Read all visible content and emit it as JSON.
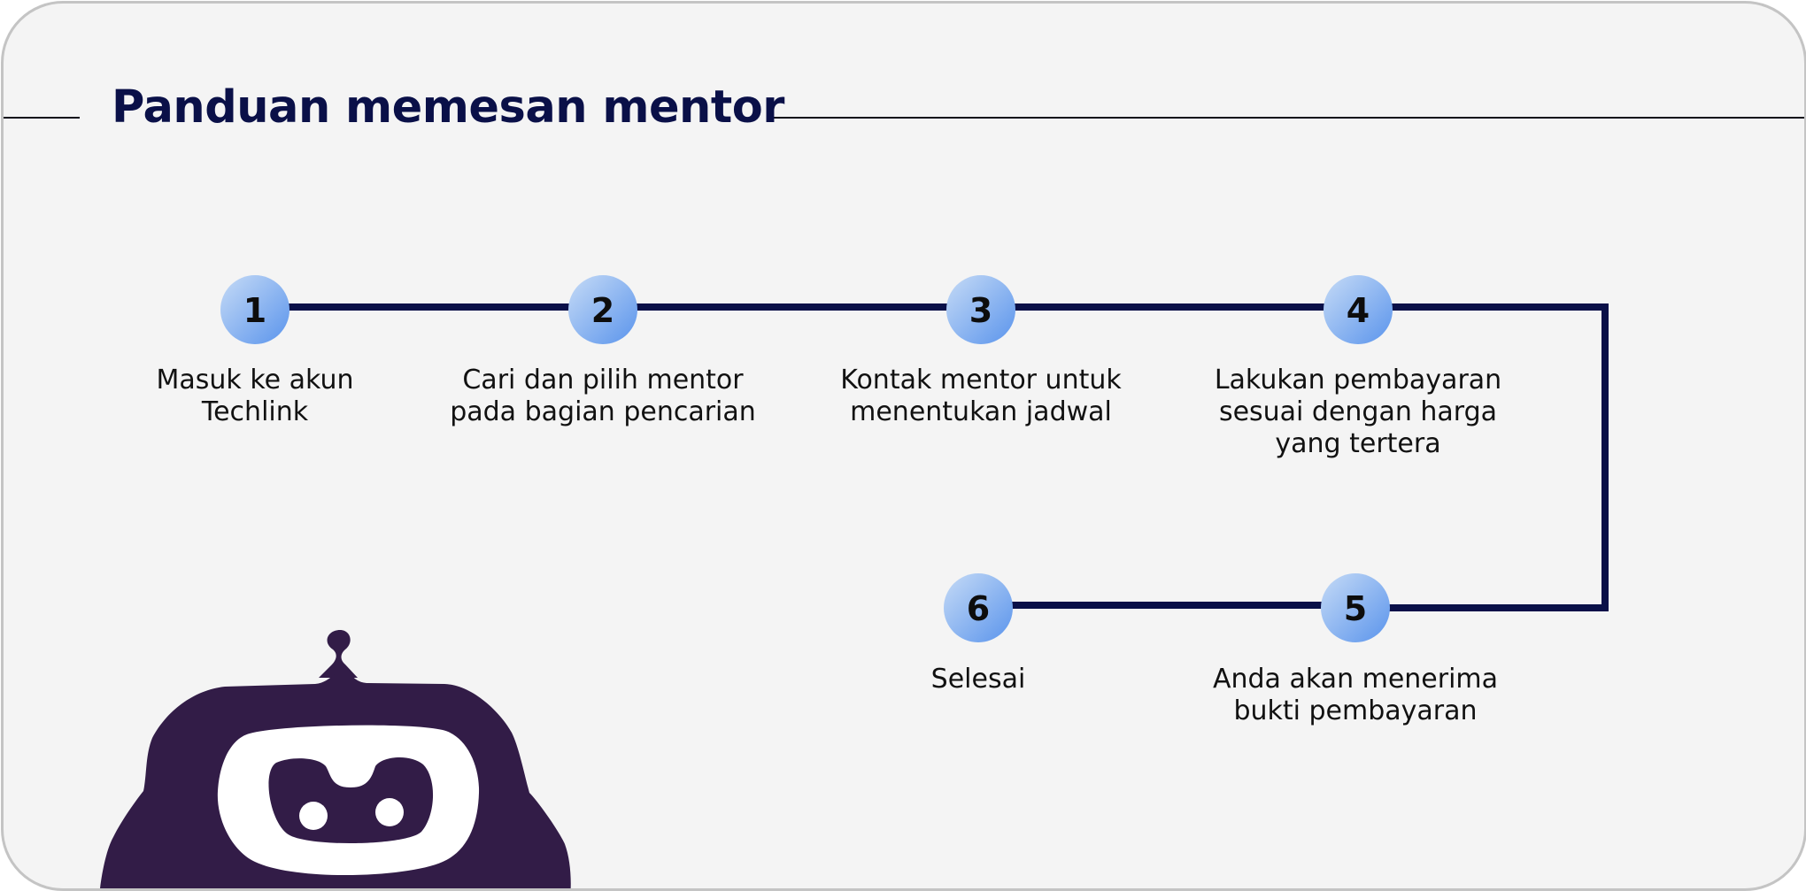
{
  "title": "Panduan memesan mentor",
  "colors": {
    "card_background": "#f4f4f4",
    "card_border": "#c4c4c4",
    "title": "#0a1048",
    "connector": "#0a1048",
    "circle_light": "#c6dbf6",
    "circle_dark": "#5a94ec",
    "mascot_body": "#321c47",
    "mascot_face": "#ffffff"
  },
  "steps": [
    {
      "number": "1",
      "lines": [
        "Masuk ke akun",
        "Techlink"
      ]
    },
    {
      "number": "2",
      "lines": [
        "Cari dan pilih mentor",
        "pada bagian pencarian"
      ]
    },
    {
      "number": "3",
      "lines": [
        "Kontak mentor untuk",
        "menentukan jadwal"
      ]
    },
    {
      "number": "4",
      "lines": [
        "Lakukan pembayaran",
        "sesuai dengan harga",
        "yang tertera"
      ]
    },
    {
      "number": "5",
      "lines": [
        "Anda akan menerima",
        "bukti pembayaran"
      ]
    },
    {
      "number": "6",
      "lines": [
        "Selesai"
      ]
    }
  ],
  "mascot": {
    "icon": "robot-mascot-icon"
  }
}
